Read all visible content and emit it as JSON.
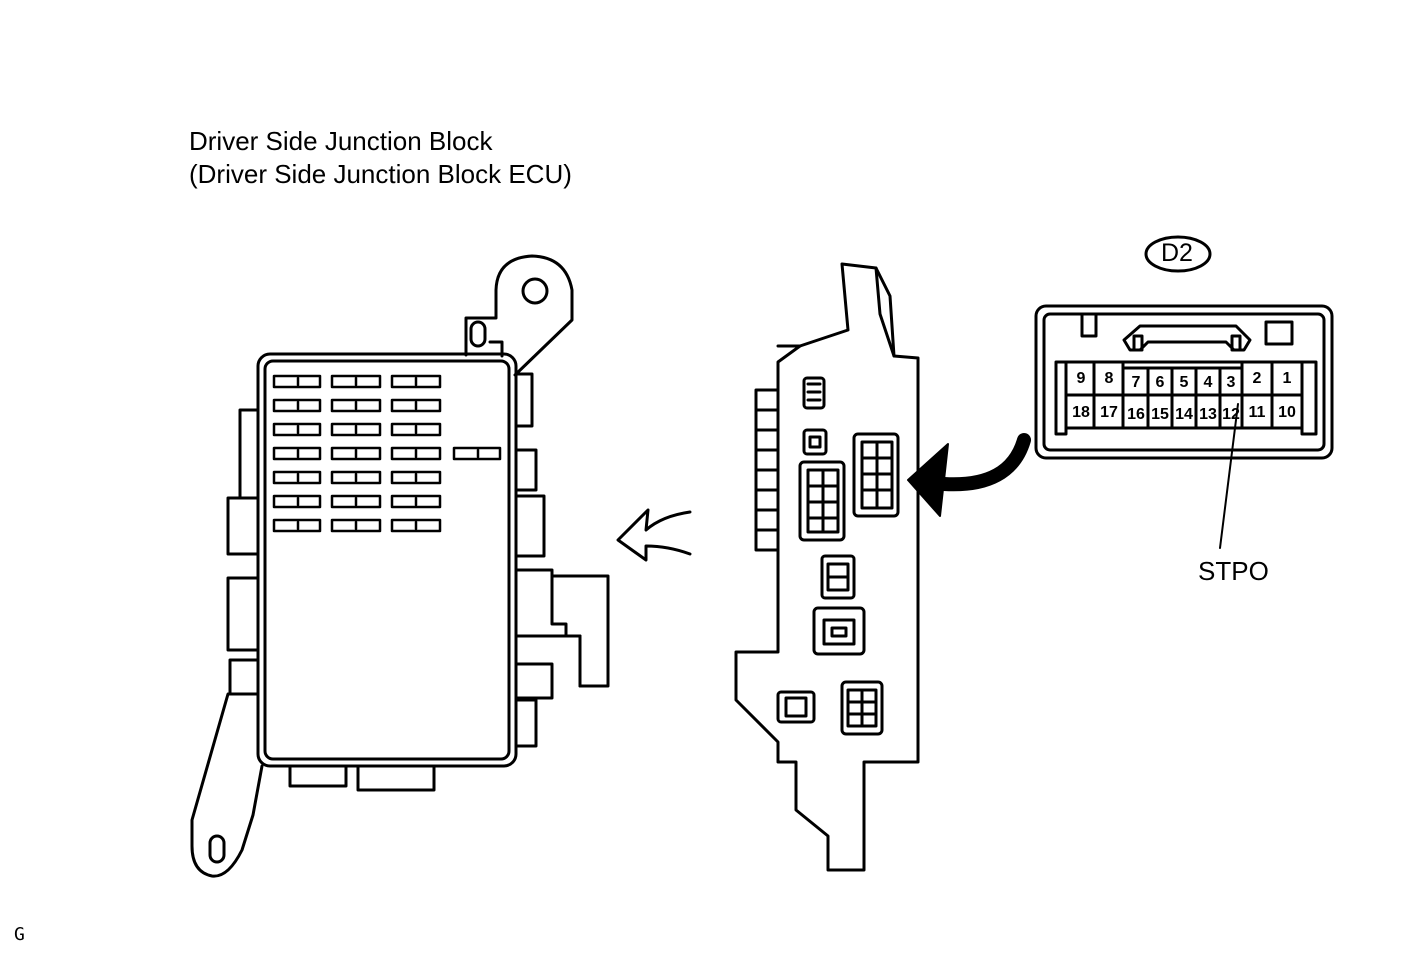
{
  "title_lines": [
    "Driver Side Junction Block",
    "(Driver Side Junction Block ECU)"
  ],
  "connector": {
    "code": "D2",
    "top_row_pins": [
      "9",
      "8",
      "7",
      "6",
      "5",
      "4",
      "3",
      "2",
      "1"
    ],
    "bottom_row_pins": [
      "18",
      "17",
      "16",
      "15",
      "14",
      "13",
      "12",
      "11",
      "10"
    ],
    "terminal_label": "STPO"
  },
  "figure_code": "G"
}
